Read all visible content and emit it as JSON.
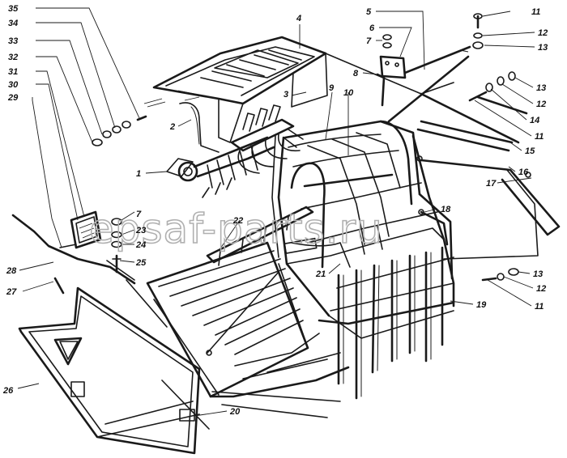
{
  "watermark": "epsaf-parts.ru",
  "callouts": {
    "c1": "1",
    "c2": "2",
    "c3": "3",
    "c4": "4",
    "c5": "5",
    "c6": "6",
    "c7a": "7",
    "c7b": "7",
    "c8": "8",
    "c9": "9",
    "c10": "10",
    "c11a": "11",
    "c11b": "11",
    "c11c": "11",
    "c12a": "12",
    "c12b": "12",
    "c12c": "12",
    "c13a": "13",
    "c13b": "13",
    "c13c": "13",
    "c14": "14",
    "c15": "15",
    "c16": "16",
    "c17": "17",
    "c18": "18",
    "c19": "19",
    "c20": "20",
    "c21": "21",
    "c22": "22",
    "c23": "23",
    "c24": "24",
    "c25": "25",
    "c26": "26",
    "c27": "27",
    "c28": "28",
    "c29": "29",
    "c30": "30",
    "c31": "31",
    "c32": "32",
    "c33": "33",
    "c34": "34",
    "c35": "35"
  }
}
